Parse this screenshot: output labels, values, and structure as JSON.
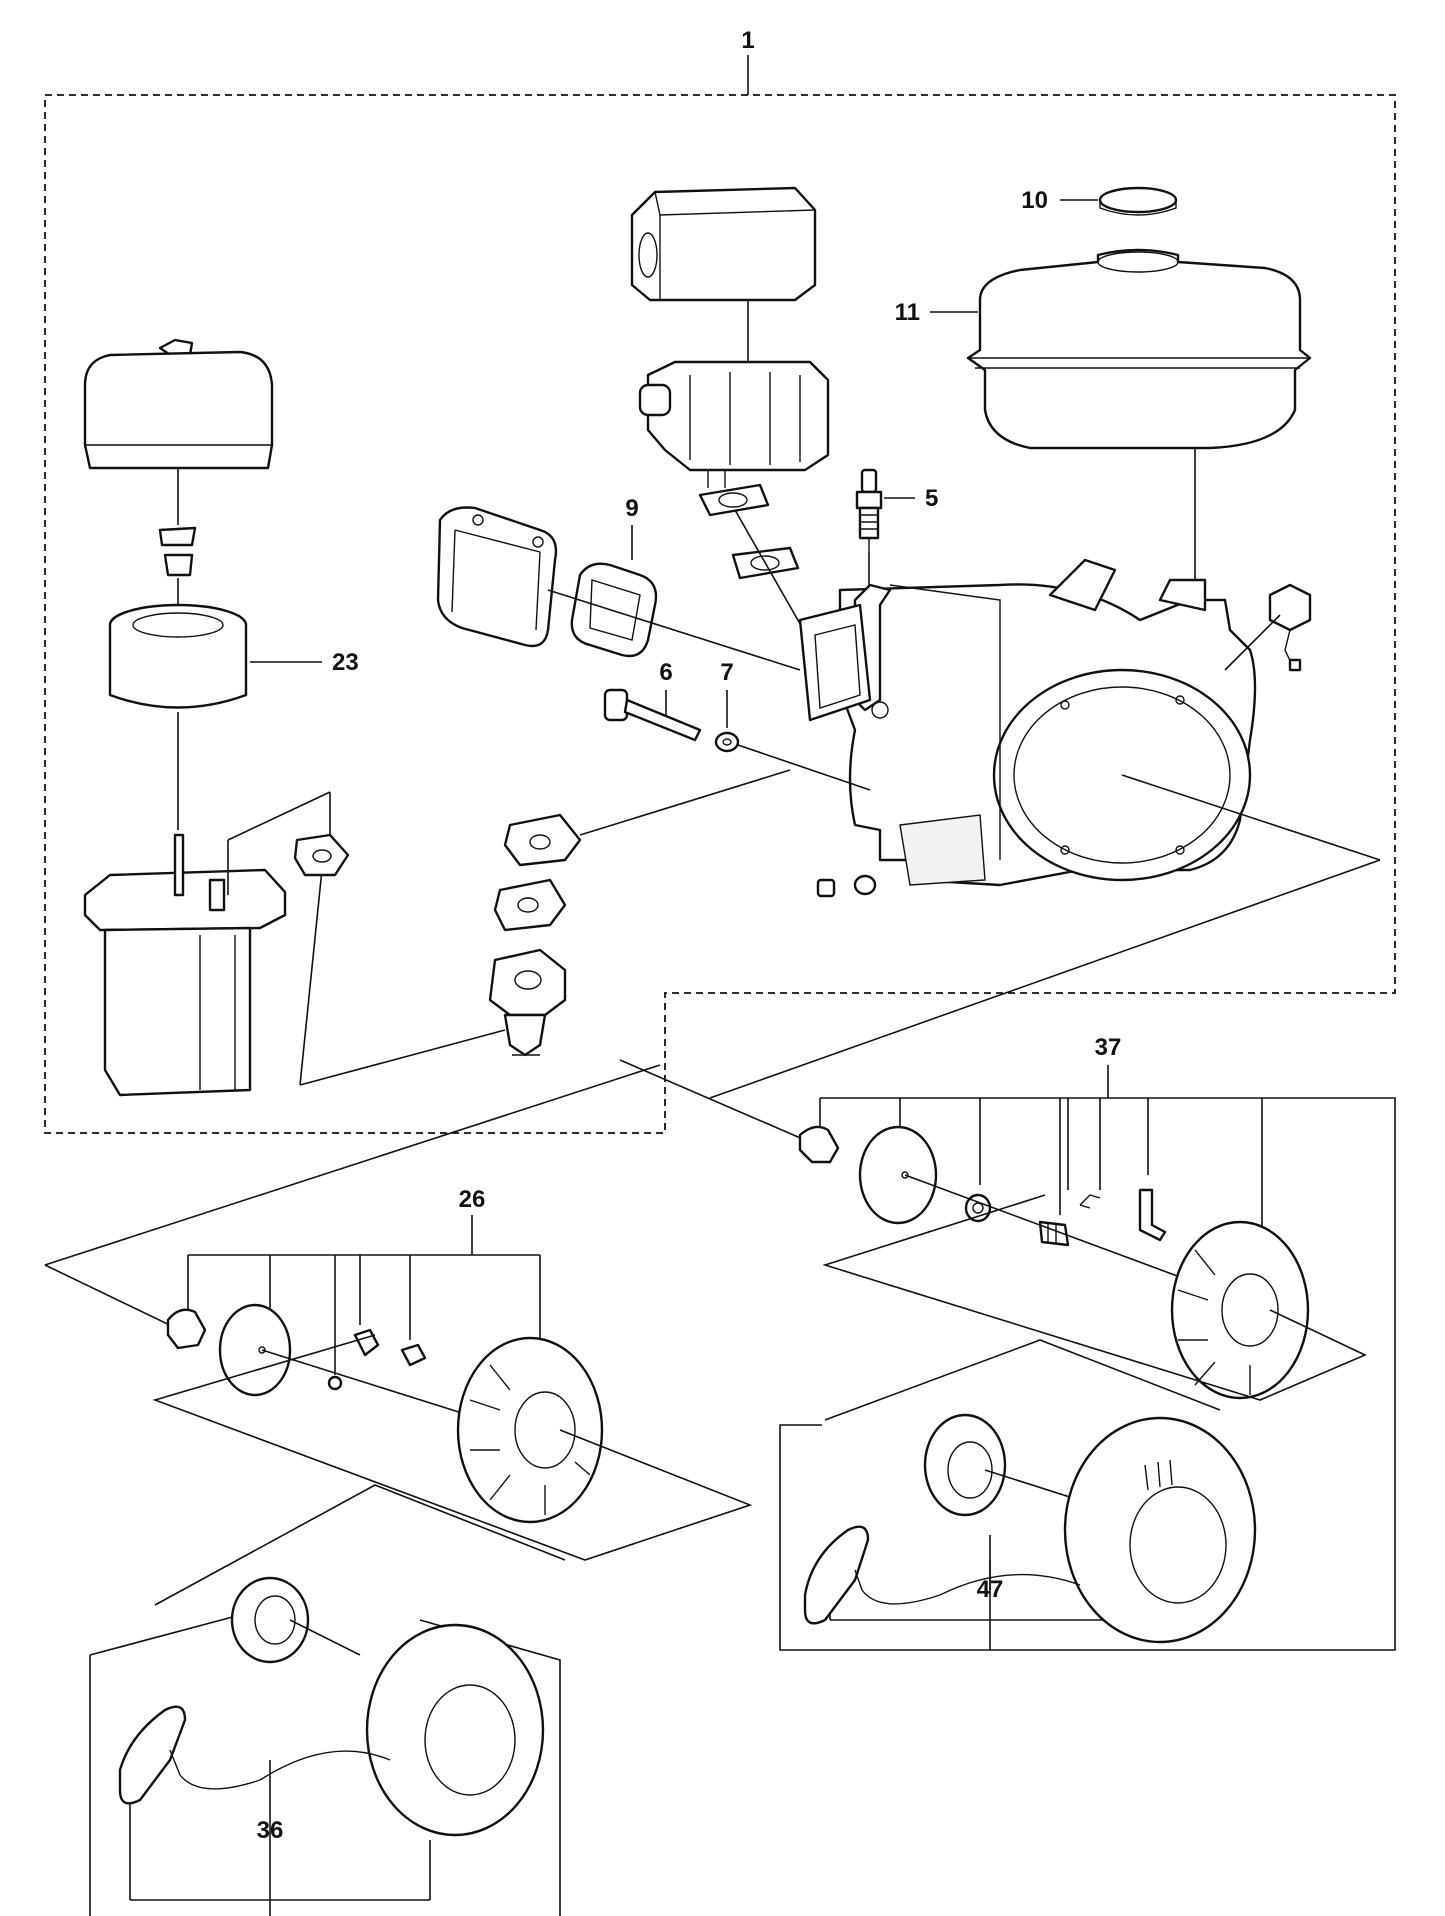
{
  "callouts": {
    "c1": "1",
    "c5": "5",
    "c6": "6",
    "c7": "7",
    "c9": "9",
    "c10": "10",
    "c11": "11",
    "c23": "23",
    "c26": "26",
    "c36": "36",
    "c37": "37",
    "c47": "47"
  },
  "parts": {
    "air_filter_assembly": "air-filter",
    "muffler": "muffler",
    "fuel_tank": "fuel-tank",
    "fuel_cap": "fuel-cap",
    "spark_plug": "spark-plug",
    "engine_block": "engine-block",
    "carburetor": "carburetor",
    "recoil_starter_small": "recoil-starter",
    "recoil_starter_large": "recoil-starter"
  }
}
